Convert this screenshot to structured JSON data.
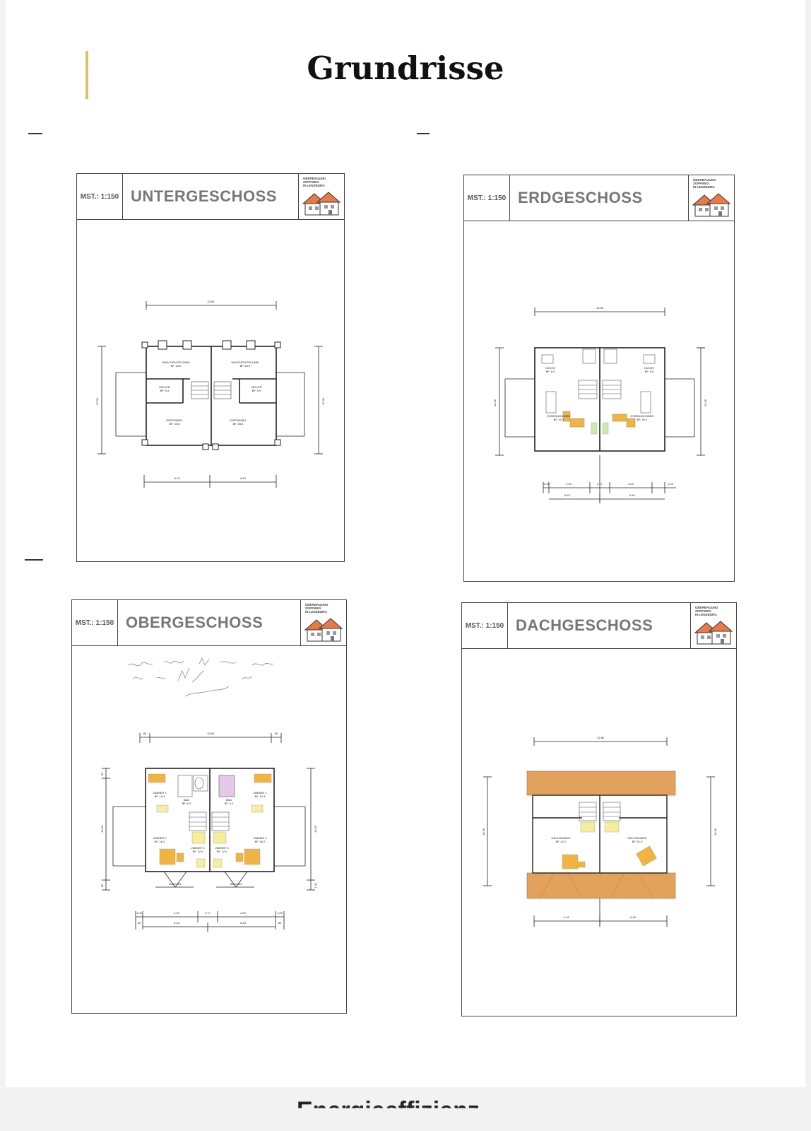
{
  "page": {
    "title": "Grundrisse",
    "accent_color": "#e2c15a",
    "next_section_title": "Energieeffizienz"
  },
  "plans": [
    {
      "floor": "UNTERGESCHOSS",
      "scale": "MST.: 1:150",
      "logo_text": [
        "ÜBERBAUUNG",
        "ZOPFWEG",
        "IN LENZBURG"
      ],
      "dims": {
        "top": "12.86",
        "left": "10.36",
        "right": "10.36",
        "bottom_left": "6.43",
        "bottom_right": "6.43"
      },
      "rooms": [
        {
          "name": "WASCHEN/TECHNIK",
          "area": "BF. 16.5"
        },
        {
          "name": "WASCHEN/TECHNIK",
          "area": "BF. 16.5"
        },
        {
          "name": "KELLER",
          "area": "BF. 5.9"
        },
        {
          "name": "KELLER",
          "area": "BF. 5.9"
        },
        {
          "name": "DISPONIBEL",
          "area": "BF. 35.6"
        },
        {
          "name": "DISPONIBEL",
          "area": "BF. 35.6"
        }
      ]
    },
    {
      "floor": "ERDGESCHOSS",
      "scale": "MST.: 1:150",
      "logo_text": [
        "ÜBERBAUUNG",
        "ZOPFWEG",
        "IN LENZBURG"
      ],
      "dims": {
        "top": "12.86",
        "left": "10.36",
        "right": "10.36",
        "b1": "1.09",
        "b2": "4.20",
        "b3": "2.77",
        "b4": "4.20",
        "b5": "1.09",
        "bottom_left": "6.43",
        "bottom_right": "6.43"
      },
      "rooms": [
        {
          "name": "KÜCHE",
          "area": "BF. 8.5"
        },
        {
          "name": "KÜCHE",
          "area": "BF. 8.5"
        },
        {
          "name": "ESSEN/WOHNEN",
          "area": "BF. 40.1"
        },
        {
          "name": "ESSEN/WOHNEN",
          "area": "BF. 40.1"
        }
      ]
    },
    {
      "floor": "OBERGESCHOSS",
      "scale": "MST.: 1:150",
      "logo_text": [
        "ÜBERBAUUNG",
        "ZOPFWEG",
        "IN LENZBURG"
      ],
      "dims": {
        "top": "12.86",
        "top_left": "80",
        "top_right": "80",
        "left_top": "80",
        "left": "10.36",
        "right": "10.36",
        "left_bottom": "80",
        "right_bottom": "1.30",
        "b1": "1.09",
        "b2": "4.20",
        "b3": "2.77",
        "b4": "4.20",
        "b5": "1.09",
        "bb_left": "80",
        "bottom_left": "6.43",
        "bottom_right": "6.43",
        "bb_right": "80"
      },
      "rooms": [
        {
          "name": "ZIMMER 1",
          "area": "BF. 13.4"
        },
        {
          "name": "BAD",
          "area": "BF. 6.0"
        },
        {
          "name": "BAD",
          "area": "BF. 6.0"
        },
        {
          "name": "ZIMMER 1",
          "area": "BF. 13.4"
        },
        {
          "name": "ZIMMER 2",
          "area": "BF. 16.2"
        },
        {
          "name": "ZIMMER 3",
          "area": "BF. 12.0"
        },
        {
          "name": "ZIMMER 3",
          "area": "BF. 12.0"
        },
        {
          "name": "ZIMMER 2",
          "area": "BF. 16.2"
        },
        {
          "name": "BALKON",
          "area": ""
        },
        {
          "name": "BALKON",
          "area": ""
        }
      ]
    },
    {
      "floor": "DACHGESCHOSS",
      "scale": "MST.: 1:150",
      "logo_text": [
        "ÜBERBAUUNG",
        "ZOPFWEG",
        "IN LENZBURG"
      ],
      "dims": {
        "top": "12.86",
        "left": "10.36",
        "right": "10.36",
        "bottom_left": "6.43",
        "bottom_right": "6.43"
      },
      "rooms": [
        {
          "name": "DACHZIMMER",
          "area": "BF. 41.0"
        },
        {
          "name": "DACHZIMMER",
          "area": "BF. 41.0"
        }
      ]
    }
  ]
}
